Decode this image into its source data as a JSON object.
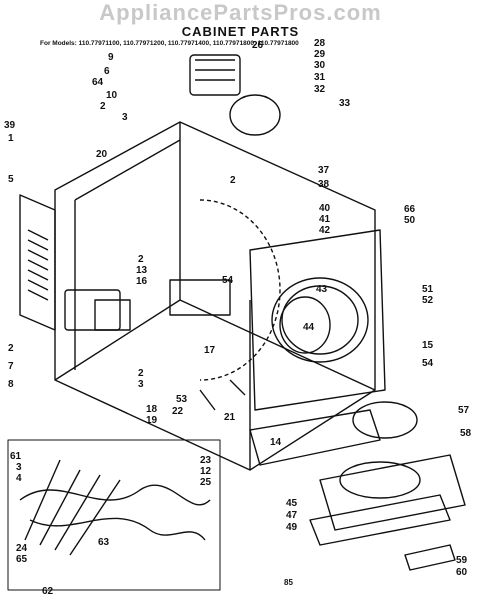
{
  "header": {
    "watermark": "AppliancePartsPros.com",
    "title": "CABINET PARTS",
    "models": "For Models: 110.77971100, 110.77971200, 110.77971400, 110.77971800, 110.77971800"
  },
  "footer": {
    "page": "85"
  },
  "callouts": [
    {
      "id": "c9",
      "text": "9"
    },
    {
      "id": "c6",
      "text": "6"
    },
    {
      "id": "c64",
      "text": "64"
    },
    {
      "id": "c26",
      "text": "26"
    },
    {
      "id": "c28",
      "text": "28"
    },
    {
      "id": "c29",
      "text": "29"
    },
    {
      "id": "c30",
      "text": "30"
    },
    {
      "id": "c31",
      "text": "31"
    },
    {
      "id": "c32",
      "text": "32"
    },
    {
      "id": "c33",
      "text": "33"
    },
    {
      "id": "c10",
      "text": "10"
    },
    {
      "id": "c2a",
      "text": "2"
    },
    {
      "id": "c3a",
      "text": "3"
    },
    {
      "id": "c39",
      "text": "39"
    },
    {
      "id": "c1",
      "text": "1"
    },
    {
      "id": "c20",
      "text": "20"
    },
    {
      "id": "c37",
      "text": "37"
    },
    {
      "id": "c2b",
      "text": "2"
    },
    {
      "id": "c38",
      "text": "38"
    },
    {
      "id": "c5",
      "text": "5"
    },
    {
      "id": "c40",
      "text": "40"
    },
    {
      "id": "c41",
      "text": "41"
    },
    {
      "id": "c42",
      "text": "42"
    },
    {
      "id": "c66",
      "text": "66"
    },
    {
      "id": "c50",
      "text": "50"
    },
    {
      "id": "c2c",
      "text": "2"
    },
    {
      "id": "c13",
      "text": "13"
    },
    {
      "id": "c16",
      "text": "16"
    },
    {
      "id": "c54a",
      "text": "54"
    },
    {
      "id": "c43",
      "text": "43"
    },
    {
      "id": "c51",
      "text": "51"
    },
    {
      "id": "c52",
      "text": "52"
    },
    {
      "id": "c44",
      "text": "44"
    },
    {
      "id": "c15",
      "text": "15"
    },
    {
      "id": "c2d",
      "text": "2"
    },
    {
      "id": "c17",
      "text": "17"
    },
    {
      "id": "c54b",
      "text": "54"
    },
    {
      "id": "c2e",
      "text": "2"
    },
    {
      "id": "c7",
      "text": "7"
    },
    {
      "id": "c8",
      "text": "8"
    },
    {
      "id": "c3b",
      "text": "3"
    },
    {
      "id": "c53",
      "text": "53"
    },
    {
      "id": "c22",
      "text": "22"
    },
    {
      "id": "c18",
      "text": "18"
    },
    {
      "id": "c19",
      "text": "19"
    },
    {
      "id": "c21",
      "text": "21"
    },
    {
      "id": "c57",
      "text": "57"
    },
    {
      "id": "c14",
      "text": "14"
    },
    {
      "id": "c58",
      "text": "58"
    },
    {
      "id": "c61",
      "text": "61"
    },
    {
      "id": "c3c",
      "text": "3"
    },
    {
      "id": "c4",
      "text": "4"
    },
    {
      "id": "c23",
      "text": "23"
    },
    {
      "id": "c12",
      "text": "12"
    },
    {
      "id": "c25",
      "text": "25"
    },
    {
      "id": "c45",
      "text": "45"
    },
    {
      "id": "c47",
      "text": "47"
    },
    {
      "id": "c49",
      "text": "49"
    },
    {
      "id": "c63",
      "text": "63"
    },
    {
      "id": "c24",
      "text": "24"
    },
    {
      "id": "c65",
      "text": "65"
    },
    {
      "id": "c59",
      "text": "59"
    },
    {
      "id": "c60",
      "text": "60"
    },
    {
      "id": "c62",
      "text": "62"
    }
  ]
}
